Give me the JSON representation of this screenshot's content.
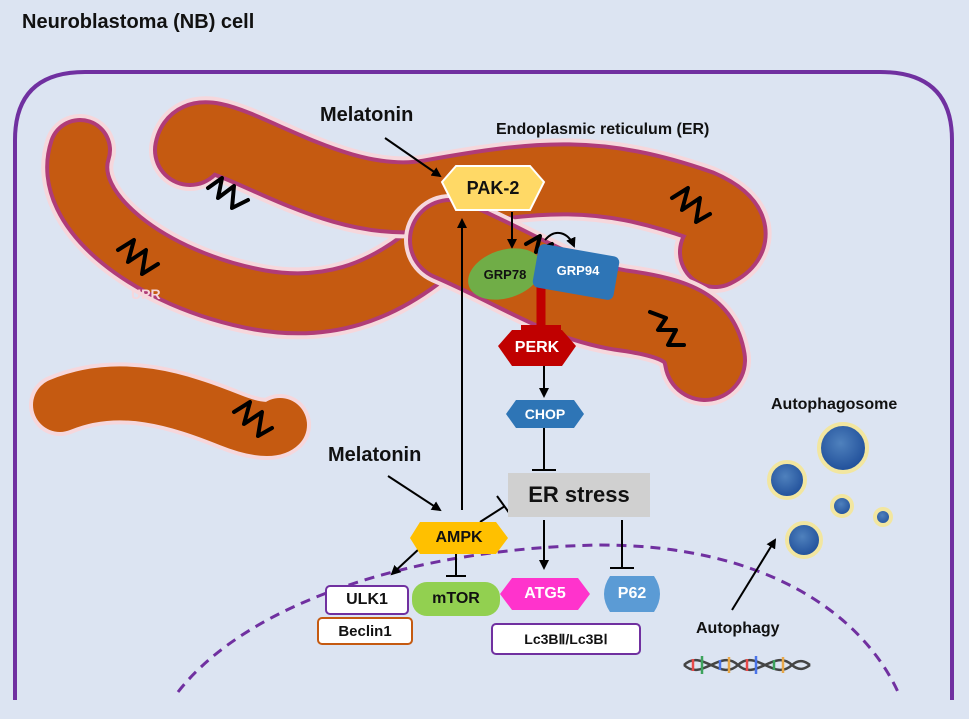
{
  "title": "Neuroblastoma (NB) cell",
  "organelles": {
    "er": "Endoplasmic reticulum (ER)",
    "upr": "UPR",
    "autophagosome": "Autophagosome"
  },
  "inputs": {
    "melatonin_top": "Melatonin",
    "melatonin_bottom": "Melatonin"
  },
  "proteins": {
    "pak2": "PAK-2",
    "grp78": "GRP78",
    "grp94": "GRP94",
    "perk": "PERK",
    "chop": "CHOP",
    "er_stress": "ER stress",
    "ampk": "AMPK",
    "ulk1": "ULK1",
    "beclin1": "Beclin1",
    "mtor": "mTOR",
    "atg5": "ATG5",
    "p62": "P62",
    "lc3b": "Lc3BⅡ/Lc3BⅠ"
  },
  "process": {
    "autophagy": "Autophagy"
  },
  "colors": {
    "background": "#dce4f2",
    "membrane": "#7030a0",
    "er_fill": "#c55a11",
    "pak2": "#ffd966",
    "grp78": "#70ad47",
    "grp94": "#2e75b6",
    "perk": "#c00000",
    "chop": "#2e75b6",
    "ampk": "#ffc000",
    "mtor": "#92d050",
    "atg5": "#ff33cc",
    "p62": "#5b9bd5",
    "er_stress_box": "#d0d0d0"
  }
}
